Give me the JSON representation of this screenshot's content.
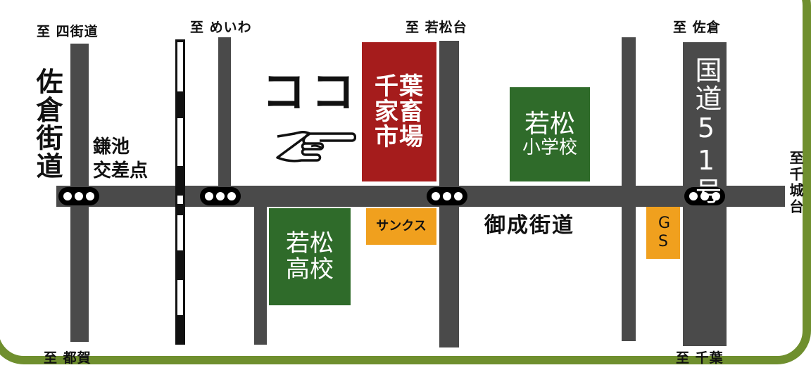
{
  "destinations": {
    "yotsukaido": "至 四街道",
    "meiwa": "至 めいわ",
    "wakamatsudai": "至 若松台",
    "sakura": "至 佐倉",
    "tsuga": "至 都賀",
    "chiba": "至 千葉",
    "chishirodai": "至千城台"
  },
  "roads": {
    "sakura_kaido": "佐倉街道",
    "onari_kaido": "御成街道",
    "route51": "国道51号"
  },
  "intersection": {
    "kamaike_line1": "鎌池",
    "kamaike_line2": "交差点"
  },
  "marker": {
    "koko": "ココ"
  },
  "buildings": {
    "chiba_market": "千葉家畜市場",
    "wakamatsu_elementary_1": "若松",
    "wakamatsu_elementary_2": "小学校",
    "wakamatsu_high_1": "若松",
    "wakamatsu_high_2": "高校",
    "sunkus": "サンクス",
    "gs": "GS"
  },
  "colors": {
    "frame": "#6f8f2e",
    "road": "#4a4a4a",
    "market": "#a51c1c",
    "school": "#2f6b2a",
    "store": "#f0a01e"
  },
  "icons": {
    "hand": "pointing-hand-icon",
    "signal": "traffic-signal-icon"
  }
}
